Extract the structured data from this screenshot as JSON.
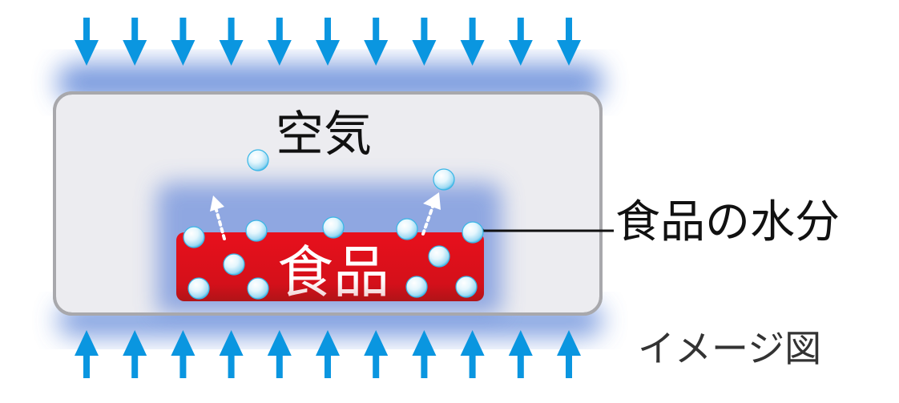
{
  "labels": {
    "air": "空気",
    "food": "食品",
    "food_moisture": "食品の水分",
    "image_note": "イメージ図"
  },
  "colors": {
    "arrow": "#0a96e0",
    "container_fill": "#ececf0",
    "container_stroke": "#a8a8ac",
    "glow": "#5f86d8",
    "food_top": "#e8101c",
    "food_bottom": "#c01018",
    "food_text": "#ffffff",
    "droplet": "#d6f1fb",
    "droplet_edge": "#38b6e6"
  },
  "icons": {
    "top_arrows": "down-arrow-icon",
    "bottom_arrows": "up-arrow-icon",
    "droplets": "water-droplet-icon",
    "evaporation": "dotted-up-arrow-icon"
  },
  "counts": {
    "top_arrows": 11,
    "bottom_arrows": 11
  }
}
